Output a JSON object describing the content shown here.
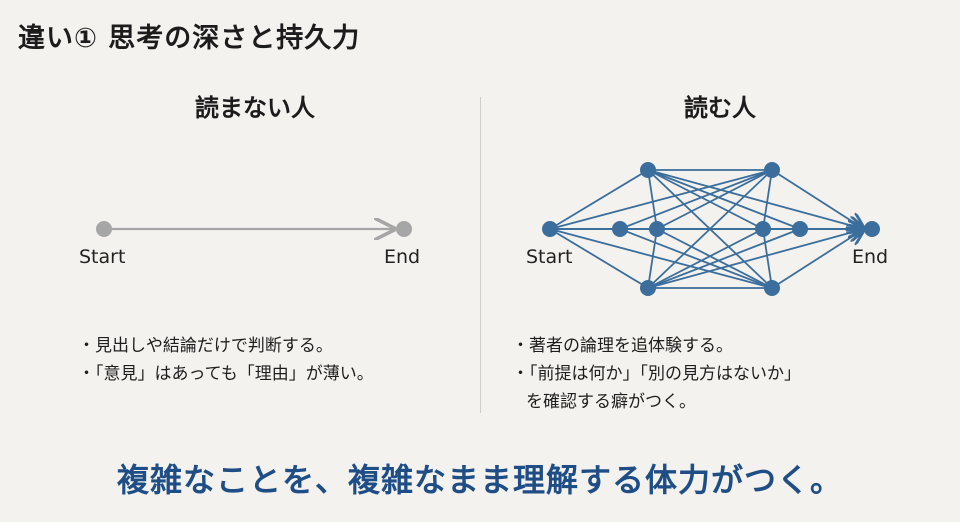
{
  "title": "違い① 思考の深さと持久力",
  "left": {
    "heading": "読まない人",
    "start_label": "Start",
    "end_label": "End",
    "bullets": [
      "・見出しや結論だけで判断する。",
      "・「意見」はあっても「理由」が薄い。"
    ]
  },
  "right": {
    "heading": "読む人",
    "start_label": "Start",
    "end_label": "End",
    "bullets": [
      "・著者の論理を追体験する。",
      "・「前提は何か」「別の見方はないか」",
      "を確認する癖がつく。"
    ]
  },
  "conclusion": "複雑なことを、複雑なまま理解する体力がつく。",
  "colors": {
    "node_gray": "#a6a6a6",
    "network_blue": "#3b6e9c",
    "conclusion_blue": "#1f4e86"
  }
}
